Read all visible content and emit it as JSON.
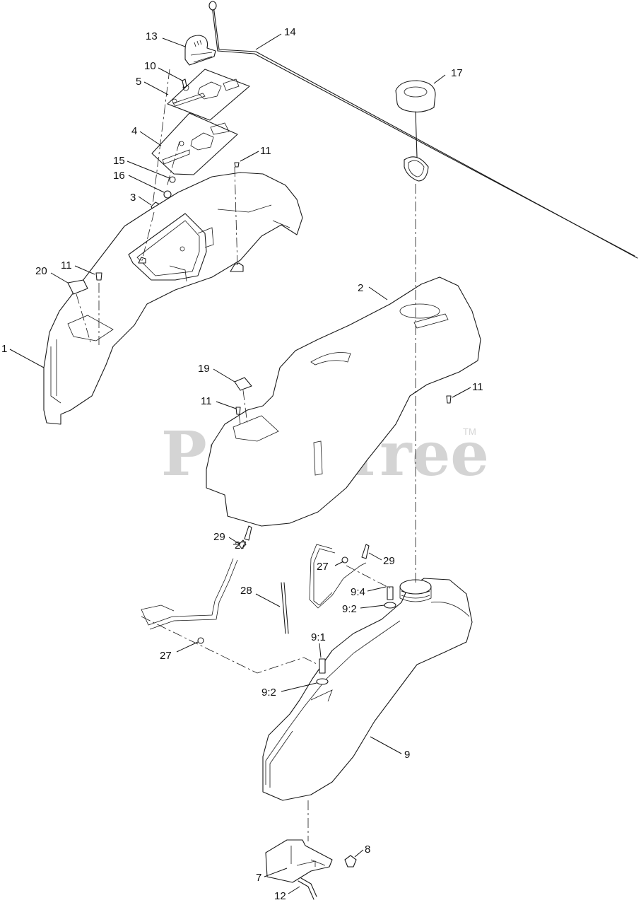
{
  "watermark": {
    "text": "PartsTree",
    "tm": "TM",
    "color": "#d4d4d4"
  },
  "callouts": [
    {
      "id": "c13",
      "text": "13"
    },
    {
      "id": "c14",
      "text": "14"
    },
    {
      "id": "c10",
      "text": "10"
    },
    {
      "id": "c5",
      "text": "5"
    },
    {
      "id": "c17",
      "text": "17"
    },
    {
      "id": "c4",
      "text": "4"
    },
    {
      "id": "c15",
      "text": "15"
    },
    {
      "id": "c11a",
      "text": "11"
    },
    {
      "id": "c16",
      "text": "16"
    },
    {
      "id": "c3",
      "text": "3"
    },
    {
      "id": "c20",
      "text": "20"
    },
    {
      "id": "c11b",
      "text": "11"
    },
    {
      "id": "c2",
      "text": "2"
    },
    {
      "id": "c1",
      "text": "1"
    },
    {
      "id": "c19",
      "text": "19"
    },
    {
      "id": "c11c",
      "text": "11"
    },
    {
      "id": "c11d",
      "text": "11"
    },
    {
      "id": "c29a",
      "text": "29"
    },
    {
      "id": "c27a",
      "text": "27"
    },
    {
      "id": "c27b",
      "text": "27"
    },
    {
      "id": "c29b",
      "text": "29"
    },
    {
      "id": "c28",
      "text": "28"
    },
    {
      "id": "c94",
      "text": "9:4"
    },
    {
      "id": "c92a",
      "text": "9:2"
    },
    {
      "id": "c27c",
      "text": "27"
    },
    {
      "id": "c91",
      "text": "9:1"
    },
    {
      "id": "c92b",
      "text": "9:2"
    },
    {
      "id": "c9",
      "text": "9"
    },
    {
      "id": "c8",
      "text": "8"
    },
    {
      "id": "c7",
      "text": "7"
    },
    {
      "id": "c12",
      "text": "12"
    }
  ]
}
